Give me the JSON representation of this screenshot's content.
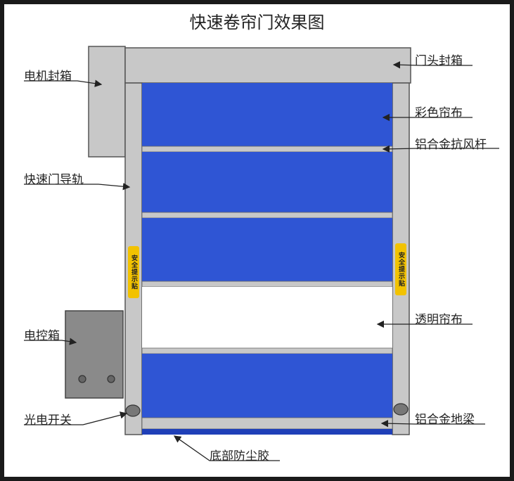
{
  "title": "快速卷帘门效果图",
  "colors": {
    "frame": "#c8c8c8",
    "frame_stroke": "#555555",
    "curtain": "#2f55d4",
    "curtain_dark": "#1f3fb8",
    "transparent_curtain": "#ffffff",
    "sticker": "#f2c200",
    "control_box": "#8a8a8a"
  },
  "labels": {
    "door_head": "门头封箱",
    "motor_box": "电机封箱",
    "color_curtain": "彩色帘布",
    "wind_bar": "铝合金抗风杆",
    "guide_rail": "快速门导轨",
    "transparent_curtain": "透明帘布",
    "control_box": "电控箱",
    "photo_switch": "光电开关",
    "bottom_beam": "铝合金地梁",
    "dust_seal": "底部防尘胶"
  },
  "stickers": {
    "left": "安全提示贴",
    "right": "安全提示贴"
  }
}
